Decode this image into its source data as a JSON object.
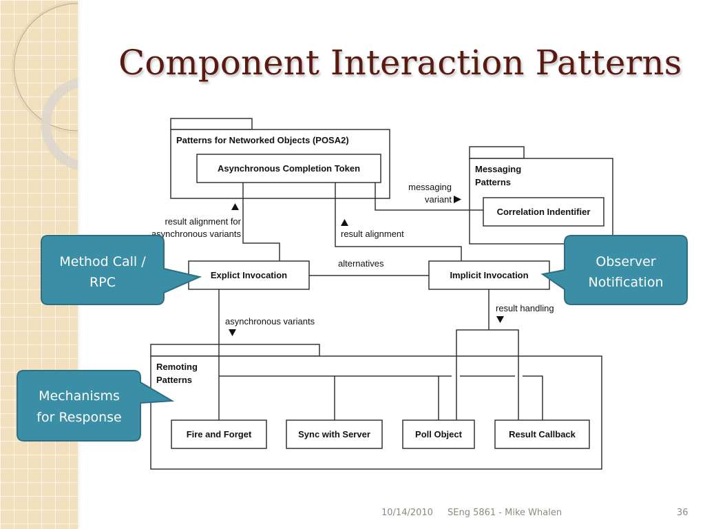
{
  "slide": {
    "title": "Component Interaction Patterns",
    "accent_color": "#5a1a10",
    "callout_color": "#3a8ea5"
  },
  "diagram": {
    "packages": {
      "posa2": {
        "label": "Patterns for Networked Objects (POSA2)"
      },
      "messaging": {
        "label_line1": "Messaging",
        "label_line2": "Patterns"
      },
      "remoting": {
        "label_line1": "Remoting",
        "label_line2": "Patterns"
      }
    },
    "nodes": {
      "act": "Asynchronous Completion Token",
      "correlation": "Correlation Indentifier",
      "explicit": "Explict Invocation",
      "implicit": "Implicit Invocation",
      "fire_forget": "Fire and Forget",
      "sync_server": "Sync with Server",
      "poll_object": "Poll Object",
      "result_callback": "Result Callback"
    },
    "edge_labels": {
      "messaging_variant_1": "messaging",
      "messaging_variant_2": "variant",
      "result_alignment_async_1": "result alignment for",
      "result_alignment_async_2": "asynchronous variants",
      "result_alignment": "result alignment",
      "alternatives": "alternatives",
      "asynchronous_variants": "asynchronous variants",
      "result_handling": "result handling"
    },
    "callouts": {
      "method_call_1": "Method Call /",
      "method_call_2": "RPC",
      "observer_1": "Observer",
      "observer_2": "Notification",
      "mechanisms_1": "Mechanisms",
      "mechanisms_2": "for Response"
    }
  },
  "footer": {
    "date": "10/14/2010",
    "course": "SEng 5861 - Mike Whalen",
    "page_number": "36"
  }
}
